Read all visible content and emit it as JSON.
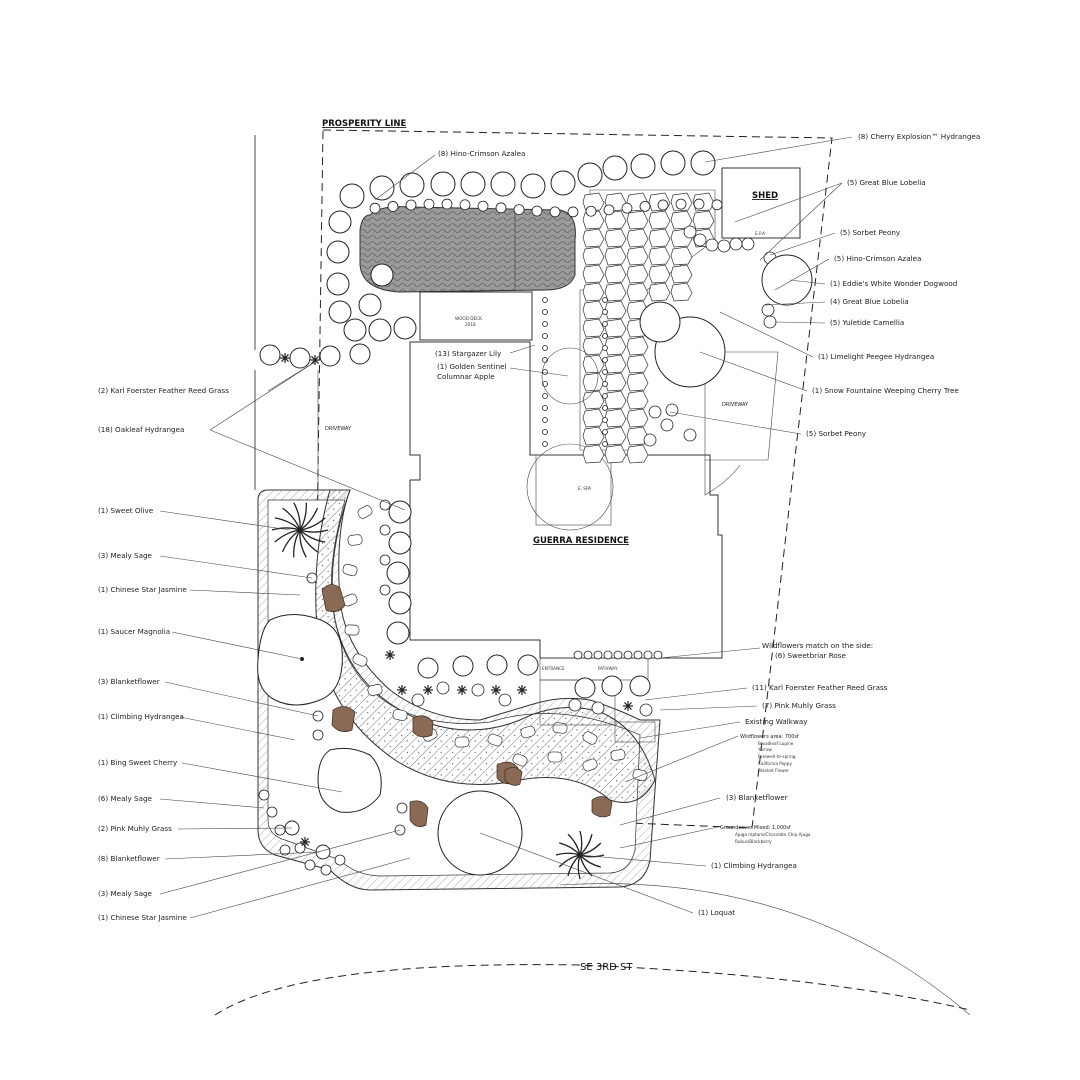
{
  "plan": {
    "property_line": "PROSPERITY LINE",
    "residence": "GUERRA RESIDENCE",
    "street": "SE 3RD ST",
    "shed": "SHED",
    "driveway_left": "DRIVEWAY",
    "driveway_right": "DRIVEWAY",
    "wood_deck": "WOOD DECK",
    "wood_deck_sub": "2018",
    "entrance": "ENTRANCE",
    "pathway": "PATHWAY",
    "epa": "E.P.A."
  },
  "labels_left": [
    {
      "text": "(2) Karl Foerster Feather Reed Grass"
    },
    {
      "text": "(18) Oakleaf Hydrangea"
    },
    {
      "text": "(1) Sweet Olive"
    },
    {
      "text": "(3) Mealy Sage"
    },
    {
      "text": "(1) Chinese Star Jasmine"
    },
    {
      "text": "(1) Saucer Magnolia"
    },
    {
      "text": "(3) Blanketflower"
    },
    {
      "text": "(1) Climbing Hydrangea"
    },
    {
      "text": "(1) Bing Sweet Cherry"
    },
    {
      "text": "(6) Mealy Sage"
    },
    {
      "text": "(2) Pink Muhly Grass"
    },
    {
      "text": "(8) Blanketflower"
    },
    {
      "text": "(3) Mealy Sage"
    },
    {
      "text": "(1) Chinese Star Jasmine"
    }
  ],
  "labels_right": [
    {
      "text": "(8) Cherry Explosion™ Hydrangea"
    },
    {
      "text": "(5) Great Blue Lobelia"
    },
    {
      "text": "(5) Sorbet Peony"
    },
    {
      "text": "(5) Hino-Crimson Azalea"
    },
    {
      "text": "(1) Eddie's White Wonder Dogwood"
    },
    {
      "text": "(4) Great Blue Lobelia"
    },
    {
      "text": "(5) Yuletide Camellia"
    },
    {
      "text": "(1) Limelight Peegee Hydrangea"
    },
    {
      "text": "(1) Snow Fountaine Weeping Cherry Tree"
    },
    {
      "text": "(5) Sorbet Peony"
    },
    {
      "text": "(11) Karl Foerster Feather Reed Grass"
    },
    {
      "text": "(7) Pink Muhly Grass"
    },
    {
      "text": "Existing Walkway"
    },
    {
      "text": "(3) Blanketflower"
    },
    {
      "text": "(1) Climbing Hydrangea"
    },
    {
      "text": "(1) Loquat"
    }
  ],
  "labels_inner": {
    "hino_top": "(8) Hino-Crimson Azalea",
    "stargazer": "(13) Stargazer Lily",
    "golden_sentinel_1": "(1) Golden Sentinel",
    "golden_sentinel_2": "Columnar Apple",
    "wildflowers_side_1": "Wildflowers match on the side:",
    "wildflowers_side_2": "(6) Sweetbriar Rose"
  },
  "wildflowers": {
    "title": "Wildflowers area: 700sf",
    "items": [
      "Broadleaf Lupine",
      "Yarrow",
      "Farewell-to-spring",
      "California Poppy",
      "Blanket Flower"
    ]
  },
  "groundcover": {
    "title": "Groundcover Mixed: 1,000sf",
    "items": [
      "Ajuga reptans/Chocolate Chip Ajuga",
      "Rubus/Blackberry"
    ]
  }
}
